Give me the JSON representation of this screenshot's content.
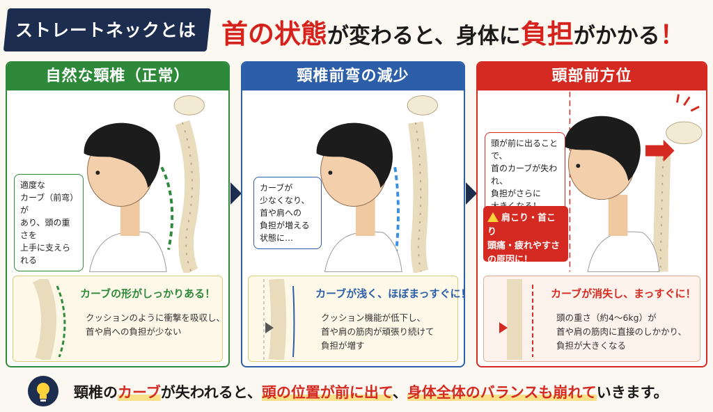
{
  "header": {
    "badge": "ストレートネックとは",
    "h1": "首の状態",
    "h2": "が変わると、身体に",
    "h3": "負担",
    "h4": "がかかる",
    "h5": "！"
  },
  "panels": [
    {
      "title": "自然な頸椎（正常）",
      "callout": [
        "適度な",
        "カーブ（前弯）が",
        "あり、頭の重さを",
        "上手に支えられる"
      ],
      "bottom_title": "カーブの形がしっかりある！",
      "bottom_body": [
        "クッションのように衝撃を吸収し、",
        "首や肩への負担が少ない"
      ]
    },
    {
      "title": "頸椎前弯の減少",
      "callout": [
        "カーブが",
        "少なくなり、",
        "首や肩への",
        "負担が増える",
        "状態に…"
      ],
      "bottom_title": "カーブが浅く、ほぼまっすぐに！",
      "bottom_body": [
        "クッション機能が低下し、",
        "首や肩の筋肉が頑張り続けて",
        "負担が増す"
      ]
    },
    {
      "title": "頭部前方位",
      "callout": [
        "頭が前に出ることで、",
        "首のカーブが失われ、",
        "負担がさらに",
        "大きくなる！"
      ],
      "warning": [
        "肩こり・首こり",
        "頭痛・疲れやすさ",
        "の原因に！"
      ],
      "bottom_title": "カーブが消失し、まっすぐに！",
      "bottom_body": [
        "頭の重さ（約4〜6kg）が",
        "首や肩の筋肉に直接のしかかり、",
        "負担が大きくなる"
      ]
    }
  ],
  "footer": {
    "t1": "頸椎の",
    "t2": "カーブ",
    "t3": "が失われると、",
    "t4": "頭の位置が前に出て",
    "t5": "、",
    "t6": "身体全体のバランスも崩れて",
    "t7": "いきます。"
  },
  "colors": {
    "green": "#2e8a3a",
    "blue": "#2c5fa8",
    "red": "#d42a22",
    "navy": "#1d2d4f"
  }
}
